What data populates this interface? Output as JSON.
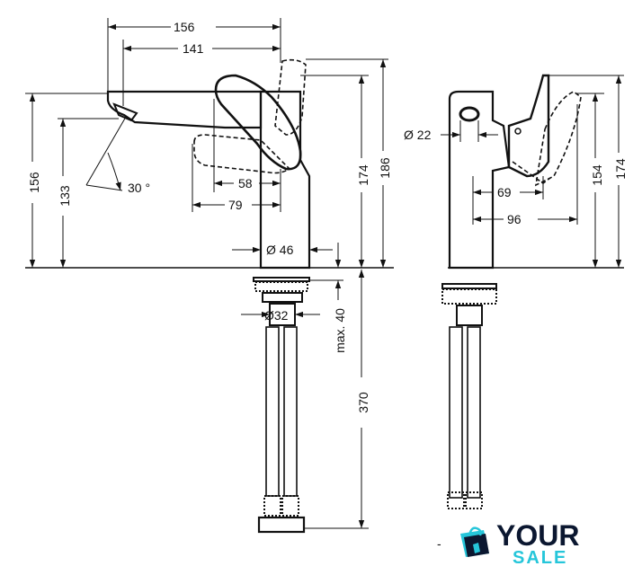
{
  "dimensions": {
    "d156_top": "156",
    "d141": "141",
    "d156_left": "156",
    "d133": "133",
    "d30": "30 °",
    "d58": "58",
    "d79": "79",
    "d46": "Ø 46",
    "d174_front": "174",
    "d186": "186",
    "d32": "Ø32",
    "dmax40": "max. 40",
    "d370": "370",
    "d22": "Ø 22",
    "d69": "69",
    "d96": "96",
    "d154": "154",
    "d174_side": "174"
  },
  "logo": {
    "line1": "YOUR",
    "line2": "SALE",
    "colors": {
      "dark": "#0b1730",
      "accent": "#26c6da"
    }
  },
  "colors": {
    "line": "#111111",
    "background": "#ffffff"
  },
  "marks": {
    "dash": "-"
  }
}
